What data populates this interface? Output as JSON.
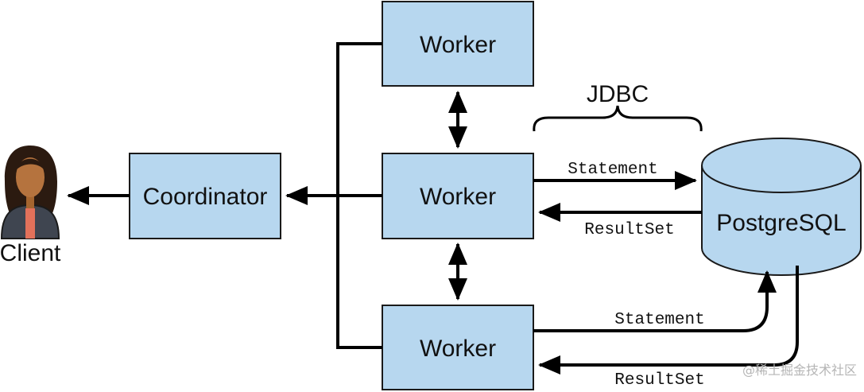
{
  "nodes": {
    "client": "Client",
    "coordinator": "Coordinator",
    "worker_top": "Worker",
    "worker_mid": "Worker",
    "worker_bottom": "Worker",
    "database": "PostgreSQL"
  },
  "edges": {
    "jdbc": "JDBC",
    "statement_mid": "Statement",
    "resultset_mid": "ResultSet",
    "statement_bottom": "Statement",
    "resultset_bottom": "ResultSet"
  },
  "watermark": "@稀土掘金技术社区",
  "colors": {
    "box_fill": "#b7d7ef",
    "stroke": "#1a1a1a",
    "skin": "#b5733e",
    "hair": "#2b1a10",
    "shirt": "#e2715a",
    "jacket": "#3f4550"
  }
}
